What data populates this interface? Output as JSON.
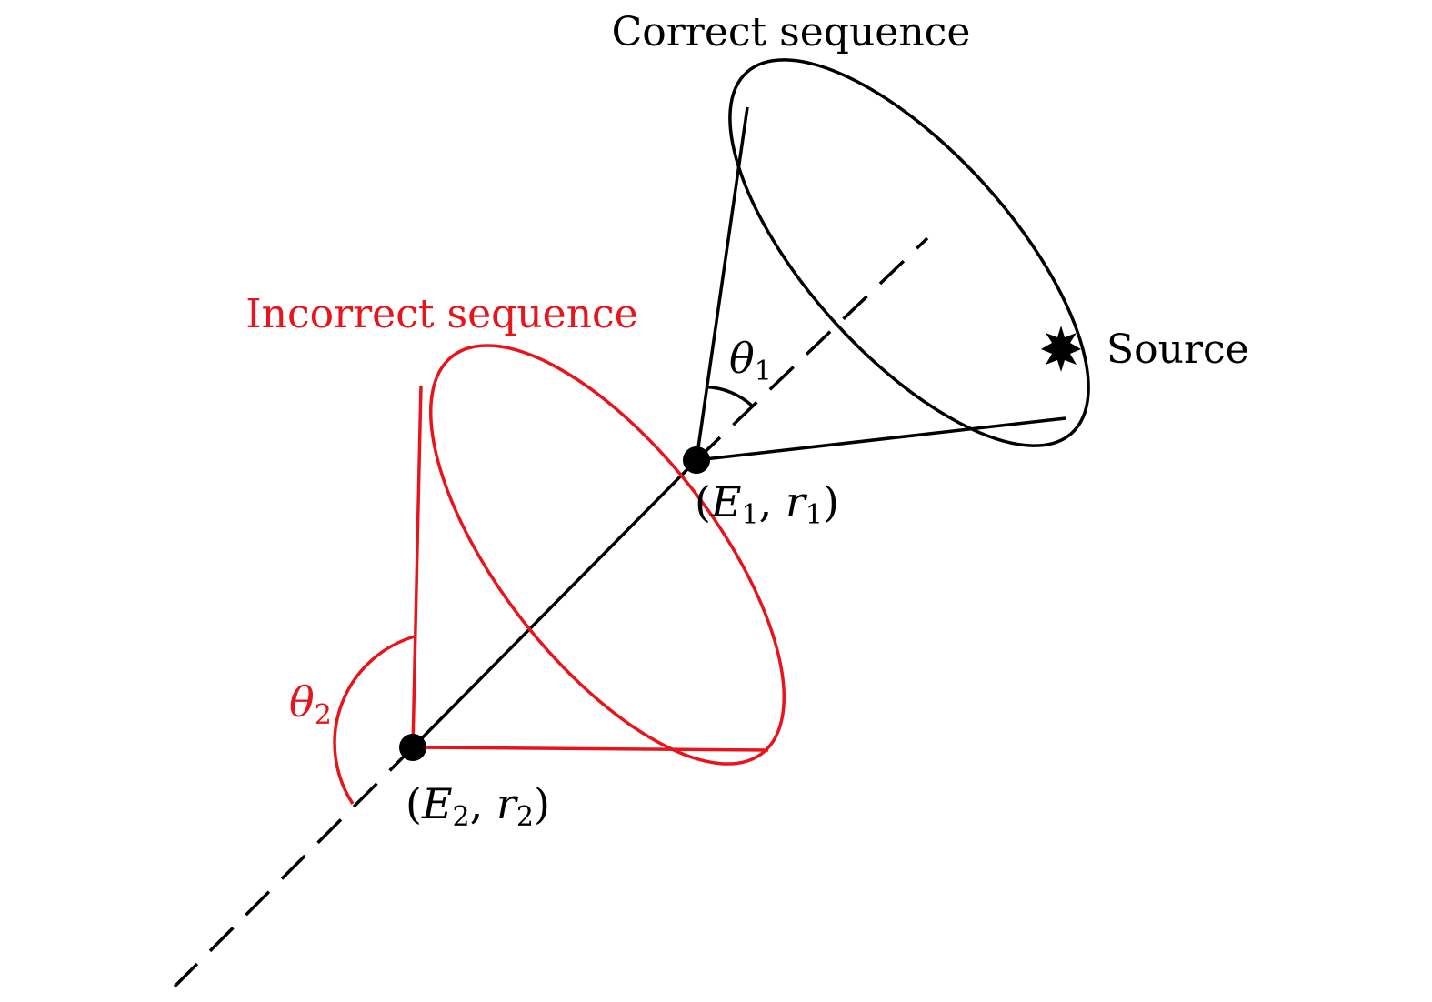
{
  "labels": {
    "correct": "Correct sequence",
    "incorrect": "Incorrect sequence",
    "source": "Source",
    "theta1": {
      "symbol": "θ",
      "sub": "1"
    },
    "theta2": {
      "symbol": "θ",
      "sub": "2"
    },
    "point1": {
      "open": "(",
      "E": "E",
      "Esub": "1",
      "sep": ", ",
      "r": "r",
      "rsub": "1",
      "close": ")"
    },
    "point2": {
      "open": "(",
      "E": "E",
      "Esub": "2",
      "sep": ", ",
      "r": "r",
      "rsub": "2",
      "close": ")"
    }
  },
  "colors": {
    "correct": "#000000",
    "incorrect": "#e8141b"
  }
}
